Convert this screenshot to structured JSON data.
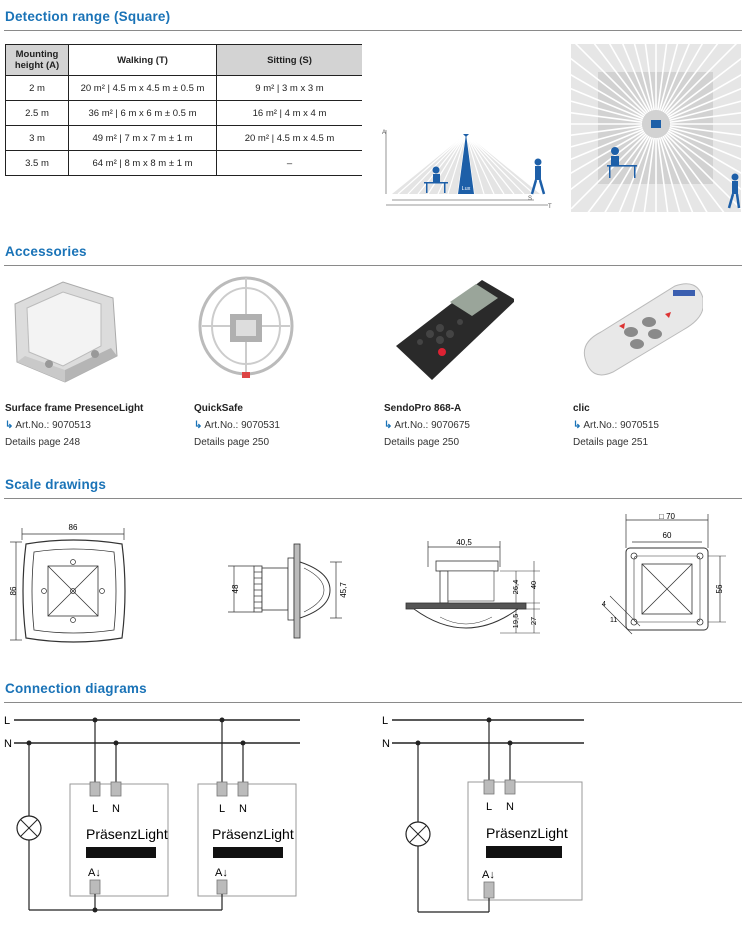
{
  "sections": {
    "detection": "Detection range (Square)",
    "accessories": "Accessories",
    "scale": "Scale drawings",
    "connection": "Connection diagrams"
  },
  "table": {
    "headers": [
      "Mounting height (A)",
      "Walking (T)",
      "Sitting (S)"
    ],
    "rows": [
      [
        "2 m",
        "20 m² | 4.5 m x 4.5 m ± 0.5 m",
        "9 m² | 3 m x 3 m"
      ],
      [
        "2.5 m",
        "36 m² | 6 m x 6 m ± 0.5 m",
        "16 m² | 4 m x 4 m"
      ],
      [
        "3 m",
        "49 m² | 7 m x 7 m ± 1 m",
        "20 m² | 4.5 m x 4.5 m"
      ],
      [
        "3.5 m",
        "64 m² | 8 m x 8 m ± 1 m",
        "–"
      ]
    ]
  },
  "side_diagram": {
    "a": "A",
    "s": "S",
    "t": "T",
    "lux": "Lux"
  },
  "accessories": [
    {
      "name": "Surface frame PresenceLight",
      "art": "Art.No.: 9070513",
      "details": "Details page 248"
    },
    {
      "name": "QuickSafe",
      "art": "Art.No.: 9070531",
      "details": "Details page 250"
    },
    {
      "name": "SendoPro 868-A",
      "art": "Art.No.: 9070675",
      "details": "Details page 250"
    },
    {
      "name": "clic",
      "art": "Art.No.: 9070515",
      "details": "Details page 251"
    }
  ],
  "scale": {
    "d1": {
      "width": "86",
      "height": "86"
    },
    "d2": {
      "h1": "48",
      "h2": "45,7"
    },
    "d3": {
      "w": "40,5",
      "a": "26,4",
      "b": "40",
      "c": "19,5",
      "d": "27"
    },
    "d4": {
      "outer": "□ 70",
      "inner": "60",
      "side": "56",
      "hole": "4",
      "slot": "11"
    }
  },
  "connection": {
    "L": "L",
    "N": "N",
    "device_label": "PräsenzLight",
    "terminal_l": "L",
    "terminal_n": "N",
    "terminal_a": "A↓"
  }
}
